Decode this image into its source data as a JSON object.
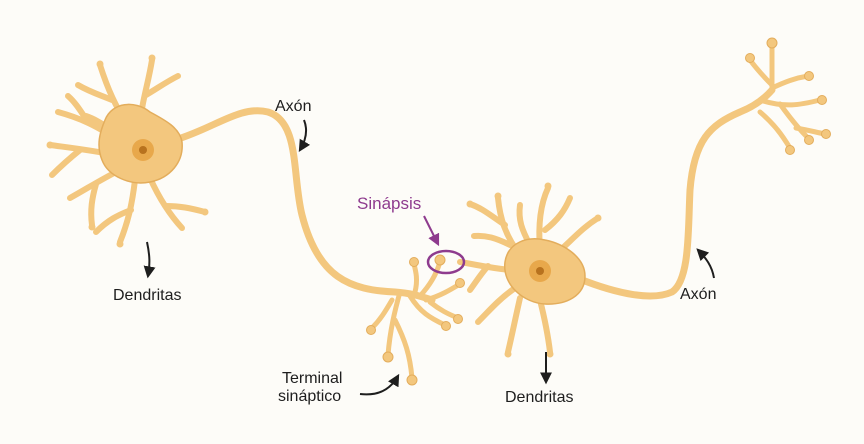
{
  "labels": {
    "axon_left": "Axón",
    "axon_right": "Axón",
    "synapse": "Sinápsis",
    "dendrites_left": "Dendritas",
    "dendrites_right": "Dendritas",
    "terminal_line1": "Terminal",
    "terminal_line2": "sináptico"
  },
  "colors": {
    "cell_fill": "#f3c77e",
    "cell_stroke": "#e3ad5c",
    "nucleus": "#e8a84b",
    "nucleolus": "#b8721e",
    "synapse_accent": "#8e3b8e",
    "arrow": "#1e1e1e",
    "background": "#fdfcf8"
  }
}
